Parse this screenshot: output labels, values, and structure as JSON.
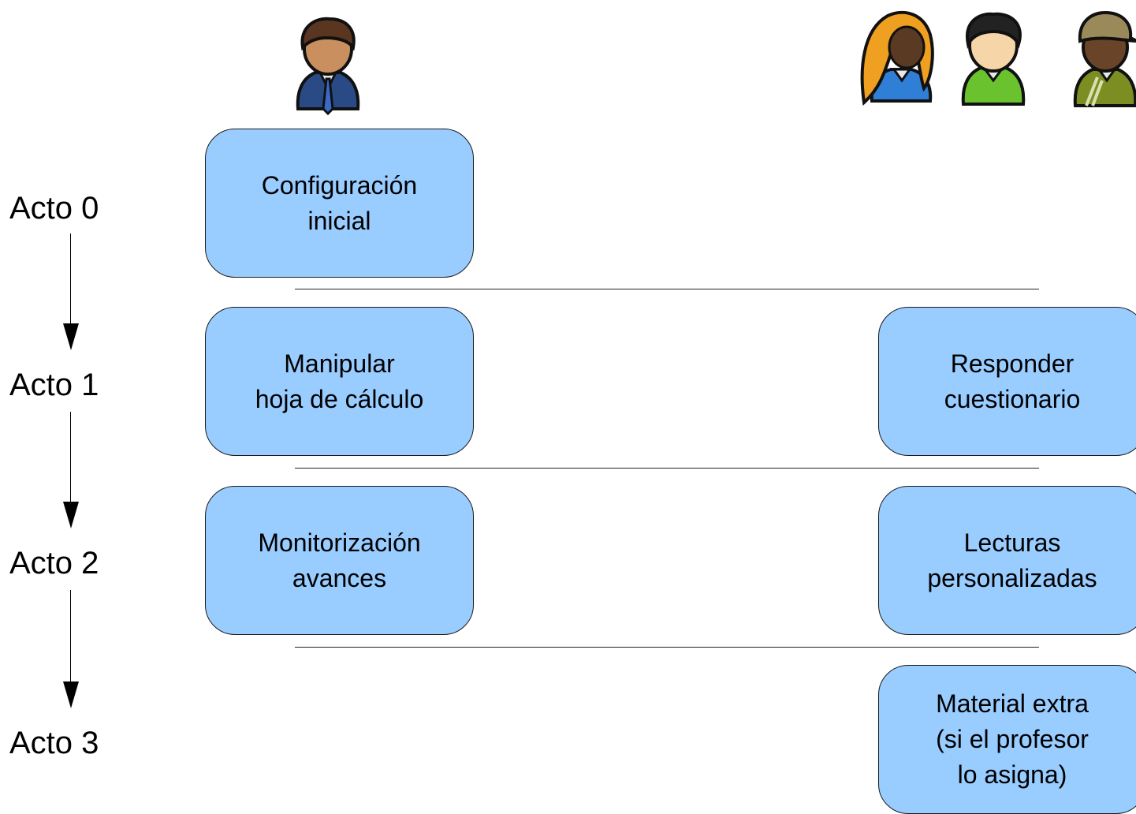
{
  "acts": [
    {
      "label": "Acto 0"
    },
    {
      "label": "Acto 1"
    },
    {
      "label": "Acto 2"
    },
    {
      "label": "Acto 3"
    }
  ],
  "teacher_column": {
    "actor": "teacher-icon",
    "boxes": [
      {
        "text": "Configuración\ninicial"
      },
      {
        "text": "Manipular\nhoja de cálculo"
      },
      {
        "text": "Monitorización\navances"
      }
    ]
  },
  "student_column": {
    "actors": [
      "student-girl-icon",
      "student-boy-icon",
      "student-cap-icon"
    ],
    "boxes": [
      {
        "text": "Responder\ncuestionario"
      },
      {
        "text": "Lecturas\npersonalizadas"
      },
      {
        "text": "Material extra\n(si el profesor\nlo asigna)"
      }
    ]
  },
  "colors": {
    "box_fill": "#99ccff",
    "box_border": "#1a1a1a"
  }
}
